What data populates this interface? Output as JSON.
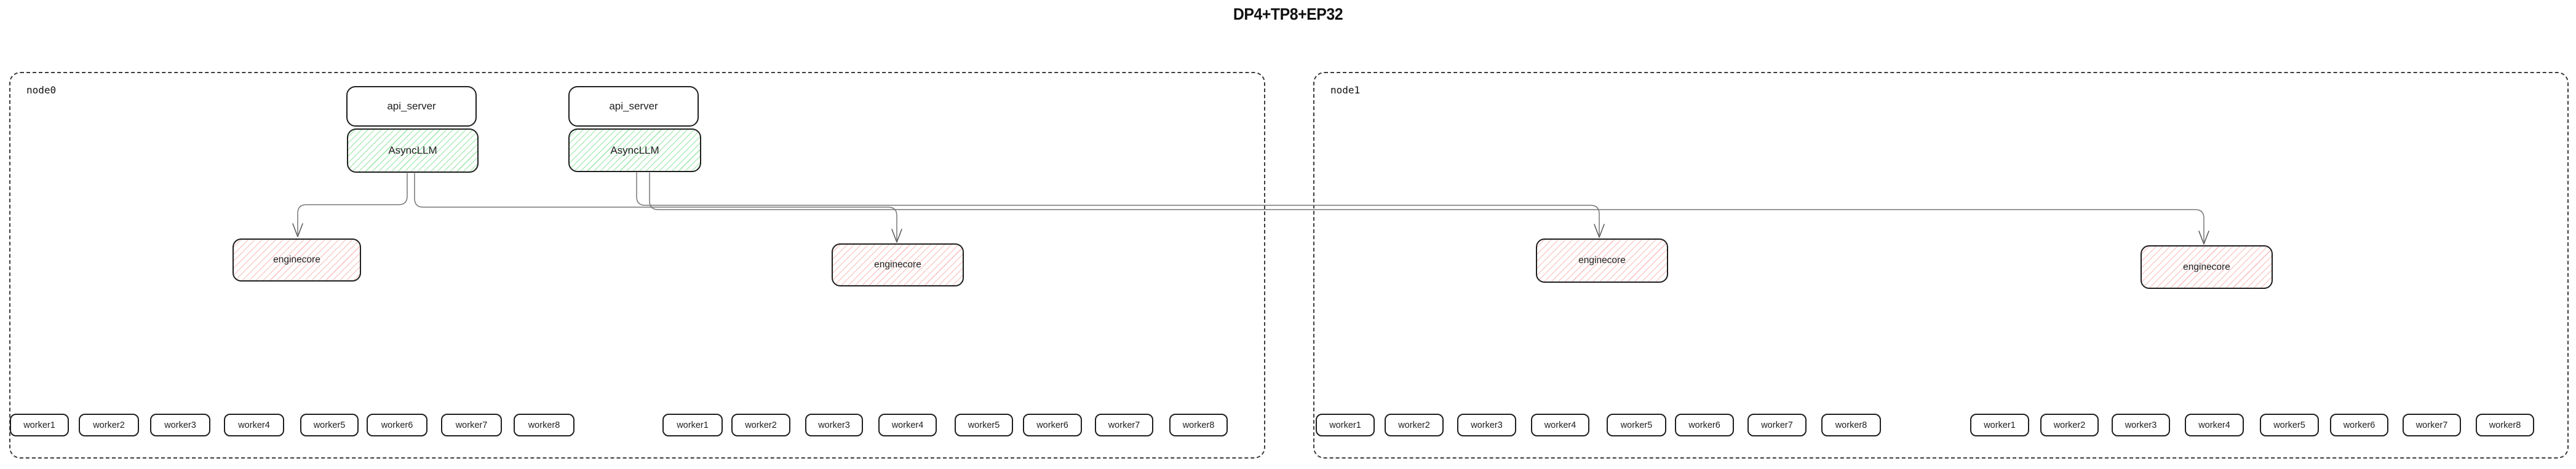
{
  "title": "DP4+TP8+EP32",
  "colors": {
    "box_border": "#1e1e1e",
    "green_hatch": "#69db7c",
    "red_hatch": "#fa8282",
    "connector_line": "#777777",
    "node_border": "#3c3c3c",
    "background": "#ffffff"
  },
  "node0": {
    "label": "node0",
    "api_server_1": "api_server",
    "async_llm_1": "AsyncLLM",
    "api_server_2": "api_server",
    "async_llm_2": "AsyncLLM",
    "enginecore_1": "enginecore",
    "enginecore_2": "enginecore",
    "workers_a": [
      "worker1",
      "worker2",
      "worker3",
      "worker4",
      "worker5",
      "worker6",
      "worker7",
      "worker8"
    ],
    "workers_b": [
      "worker1",
      "worker2",
      "worker3",
      "worker4",
      "worker5",
      "worker6",
      "worker7",
      "worker8"
    ]
  },
  "node1": {
    "label": "node1",
    "enginecore_1": "enginecore",
    "enginecore_2": "enginecore",
    "workers_a": [
      "worker1",
      "worker2",
      "worker3",
      "worker4",
      "worker5",
      "worker6",
      "worker7",
      "worker8"
    ],
    "workers_b": [
      "worker1",
      "worker2",
      "worker3",
      "worker4",
      "worker5",
      "worker6",
      "worker7",
      "worker8"
    ]
  }
}
